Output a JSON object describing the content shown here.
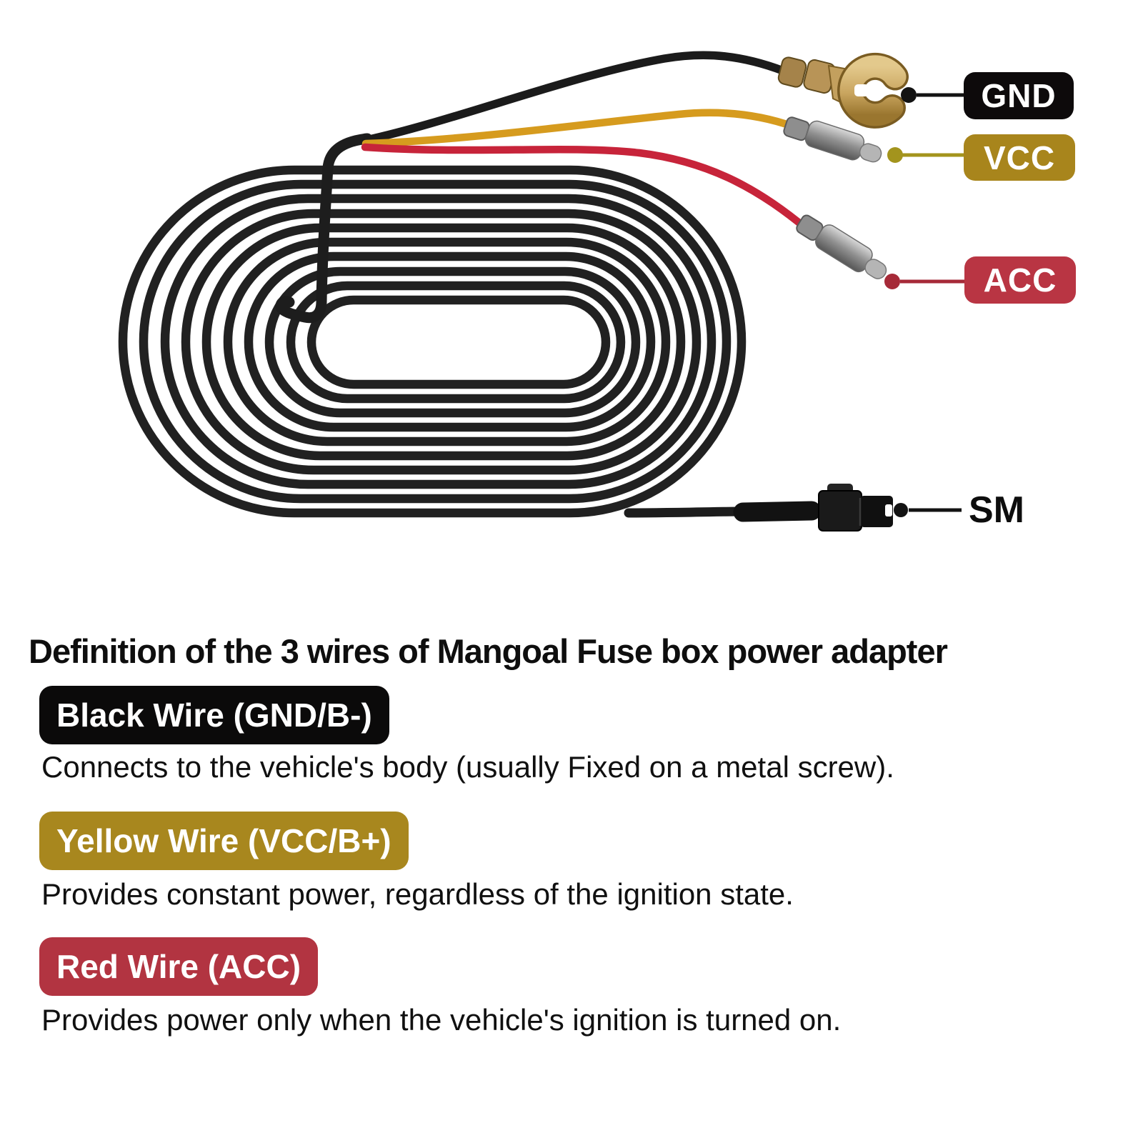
{
  "diagram": {
    "connector_labels": {
      "gnd": {
        "text": "GND",
        "bg": "#0d0a0b",
        "fg": "#ffffff",
        "line": "#131313"
      },
      "vcc": {
        "text": "VCC",
        "bg": "#a8851c",
        "fg": "#ffffff",
        "line": "#a3941d"
      },
      "acc": {
        "text": "ACC",
        "bg": "#b93543",
        "fg": "#ffffff",
        "line": "#a62a38"
      },
      "sm": {
        "text": "SM",
        "fg": "#0d0d0d",
        "line": "#131313"
      }
    },
    "wire_colors": {
      "coil": "#212121",
      "gnd_wire": "#1b1b1b",
      "vcc_wire": "#d69b1e",
      "acc_wire": "#c7243a"
    }
  },
  "definitions": {
    "title": "Definition of the 3 wires of Mangoal Fuse box power adapter",
    "items": [
      {
        "badge": "Black Wire (GND/B-)",
        "badge_bg": "#0b0a0a",
        "badge_fg": "#ffffff",
        "description": "Connects to the vehicle's body (usually Fixed on a metal screw)."
      },
      {
        "badge": "Yellow Wire (VCC/B+)",
        "badge_bg": "#a8871e",
        "badge_fg": "#ffffff",
        "description": "Provides constant power, regardless of the ignition state."
      },
      {
        "badge": "Red Wire (ACC)",
        "badge_bg": "#b23441",
        "badge_fg": "#ffffff",
        "description": "Provides power only when the vehicle's ignition is turned on."
      }
    ]
  }
}
